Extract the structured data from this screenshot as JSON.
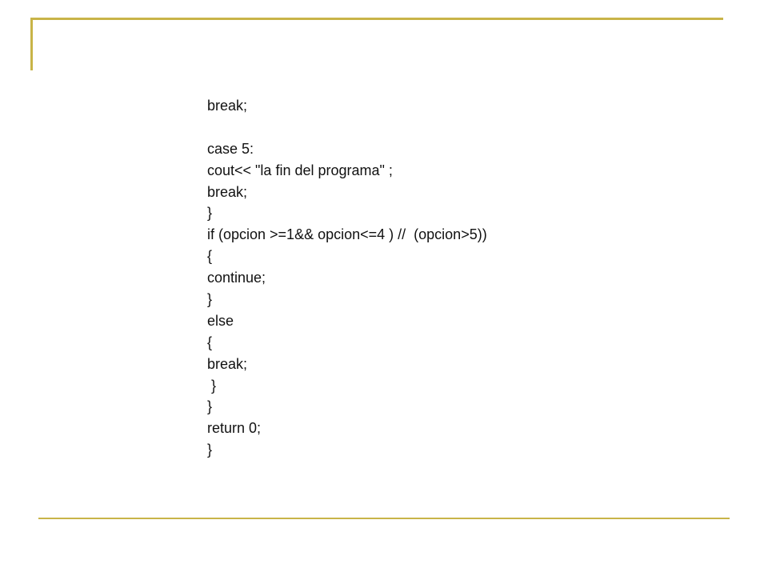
{
  "code": {
    "lines": [
      "break;",
      "",
      "case 5:",
      "cout<< \"la fin del programa\" ;",
      "break;",
      "}",
      "if (opcion >=1&& opcion<=4 ) //  (opcion>5))",
      "{",
      "continue;",
      "}",
      "else",
      "{",
      "break;",
      " }",
      "}",
      "return 0;",
      "}"
    ]
  },
  "colors": {
    "accent_rule": "#c8b448",
    "text": "#111111",
    "background": "#ffffff"
  }
}
